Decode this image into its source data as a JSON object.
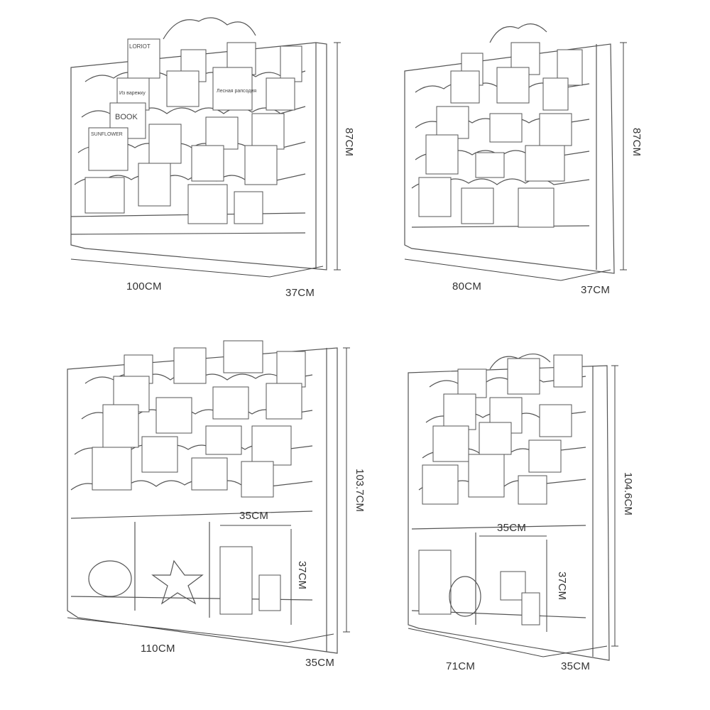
{
  "shelves": [
    {
      "width": "100CM",
      "depth": "37CM",
      "height": "87CM"
    },
    {
      "width": "80CM",
      "depth": "37CM",
      "height": "87CM"
    },
    {
      "width": "110CM",
      "depth": "35CM",
      "height": "103.7CM",
      "compartment_width": "35CM",
      "compartment_height": "37CM"
    },
    {
      "width": "71CM",
      "depth": "35CM",
      "height": "104.6CM",
      "compartment_width": "35CM",
      "compartment_height": "37CM"
    }
  ],
  "book_titles": {
    "t1": "LORIOT",
    "t2": "BOOK",
    "t3": "SUNFLOWER",
    "t4": "Лесная рапсодия",
    "t5": "Из варежку"
  },
  "colors": {
    "line": "#555555",
    "background": "#ffffff"
  }
}
